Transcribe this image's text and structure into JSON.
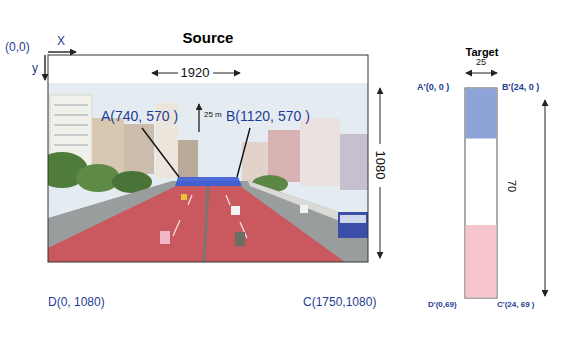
{
  "diagram": {
    "nodes": [
      {
        "text": [
          "Source"
        ]
      },
      {
        "text": [
          "Target"
        ]
      }
    ],
    "labels": [
      "(0,0)",
      "X",
      "y",
      "1920",
      "25 m",
      "A(740, 570 )",
      "B(1120, 570 )",
      "1080",
      "D(0, 1080)",
      "C(1750,1080)",
      "25",
      "70",
      "A'(0, 0 )",
      "B'(24, 0 )",
      "D'(0,69)",
      "C'(24, 69 )"
    ]
  }
}
